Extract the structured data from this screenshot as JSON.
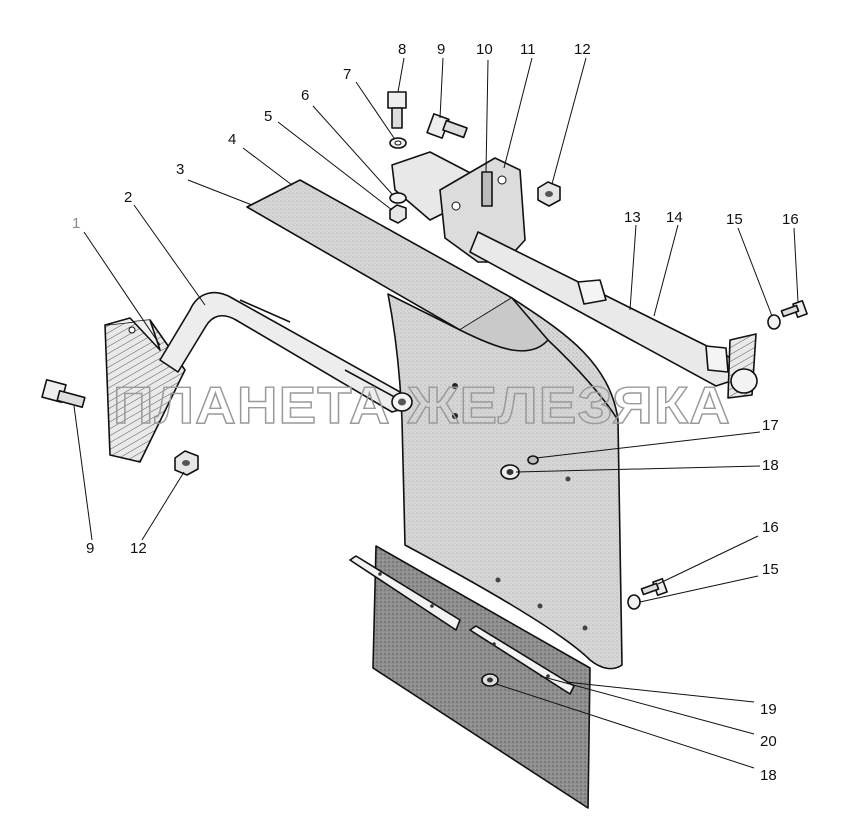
{
  "watermark": "ПЛАНЕТА ЖЕЛЕЗЯКА",
  "callouts": [
    {
      "id": "c1",
      "text": "1"
    },
    {
      "id": "c2",
      "text": "2"
    },
    {
      "id": "c3",
      "text": "3"
    },
    {
      "id": "c4",
      "text": "4"
    },
    {
      "id": "c5",
      "text": "5"
    },
    {
      "id": "c6",
      "text": "6"
    },
    {
      "id": "c7",
      "text": "7"
    },
    {
      "id": "c8",
      "text": "8"
    },
    {
      "id": "c9a",
      "text": "9"
    },
    {
      "id": "c10",
      "text": "10"
    },
    {
      "id": "c11",
      "text": "11"
    },
    {
      "id": "c12a",
      "text": "12"
    },
    {
      "id": "c13",
      "text": "13"
    },
    {
      "id": "c14",
      "text": "14"
    },
    {
      "id": "c15a",
      "text": "15"
    },
    {
      "id": "c16a",
      "text": "16"
    },
    {
      "id": "c17",
      "text": "17"
    },
    {
      "id": "c18a",
      "text": "18"
    },
    {
      "id": "c9b",
      "text": "9"
    },
    {
      "id": "c12b",
      "text": "12"
    },
    {
      "id": "c16b",
      "text": "16"
    },
    {
      "id": "c15b",
      "text": "15"
    },
    {
      "id": "c19",
      "text": "19"
    },
    {
      "id": "c20",
      "text": "20"
    },
    {
      "id": "c18b",
      "text": "18"
    }
  ],
  "colors": {
    "line": "#111111",
    "fender_fill": "#d9d9d9",
    "mudflap_fill": "#9c9c9c",
    "metal_fill": "#e6e6e6"
  }
}
